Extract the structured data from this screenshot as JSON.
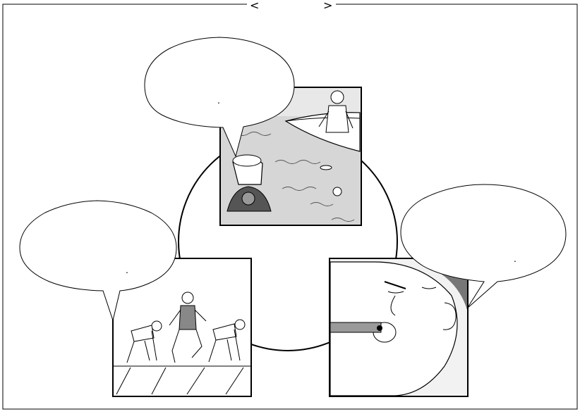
{
  "header": {
    "open_bracket": "<",
    "title": "",
    "close_bracket": ">"
  },
  "bubbles": [
    {
      "label": "top-bubble-text",
      "text": "."
    },
    {
      "label": "left-bubble-text",
      "text": "."
    },
    {
      "label": "right-bubble-text",
      "text": "."
    }
  ],
  "panels": [
    {
      "name": "sea-rescue-panel"
    },
    {
      "name": "sprint-start-panel"
    },
    {
      "name": "whistle-blowing-panel"
    }
  ]
}
